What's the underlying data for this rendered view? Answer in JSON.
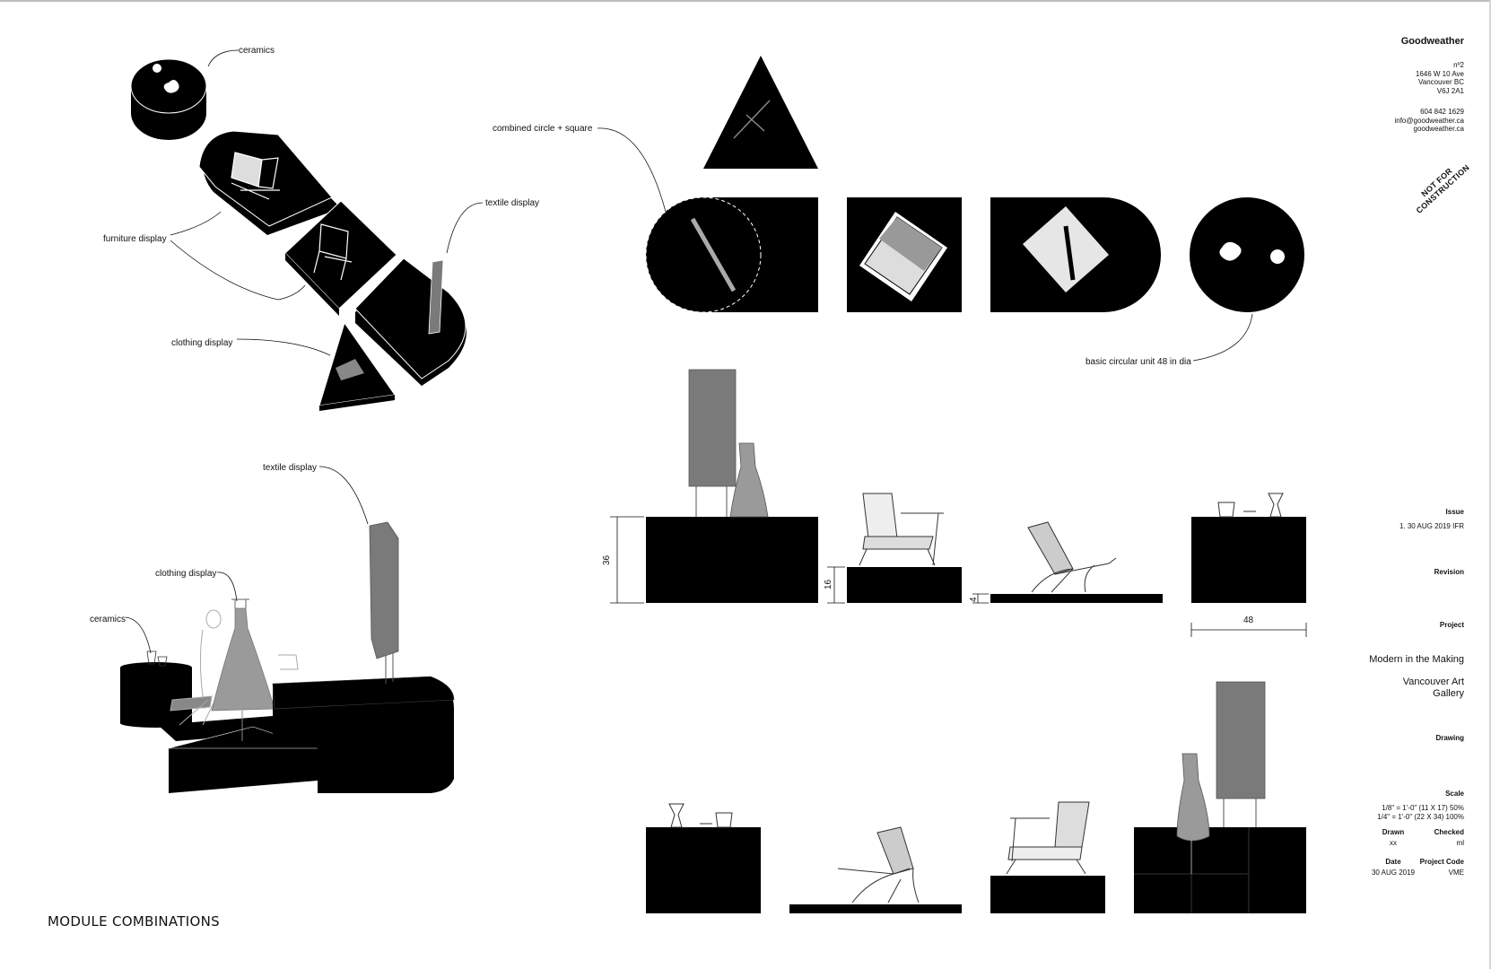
{
  "sheet_title": "MODULE COMBINATIONS",
  "labels": {
    "ceramics_top": "ceramics",
    "furniture_display": "furniture display",
    "textile_display_top": "textile display",
    "clothing_display_top": "clothing display",
    "combined": "combined circle + square",
    "basic_circular": "basic circular unit 48 in dia",
    "textile_display_bottom": "textile display",
    "clothing_display_bottom": "clothing display",
    "ceramics_bottom": "ceramics"
  },
  "dimensions": {
    "h36": "36",
    "h16": "16",
    "h4": "4",
    "w48": "48"
  },
  "title_block": {
    "firm": "Goodweather",
    "address": [
      "nº2",
      "1646  W 10 Ave",
      "Vancouver BC",
      "V6J 2A1"
    ],
    "contact": [
      "604 842 1629",
      "info@goodweather.ca",
      "goodweather.ca"
    ],
    "stamp_line1": "NOT FOR",
    "stamp_line2": "CONSTRUCTION",
    "issue_label": "Issue",
    "issue_value": "1. 30 AUG 2019 IFR",
    "revision_label": "Revision",
    "project_label": "Project",
    "project_name": "Modern in the Making",
    "project_venue_1": "Vancouver Art",
    "project_venue_2": "Gallery",
    "drawing_label": "Drawing",
    "scale_label": "Scale",
    "scale_1": "1/8\" = 1'-0\" (11 X 17) 50%",
    "scale_2": "1/4\" = 1'-0\" (22 X 34) 100%",
    "drawn_label": "Drawn",
    "drawn_value": "xx",
    "checked_label": "Checked",
    "checked_value": "ml",
    "date_label": "Date",
    "date_value": "30 AUG 2019",
    "project_code_label": "Project Code",
    "project_code_value": "VME"
  },
  "colors": {
    "module_fill": "#000000",
    "textile_gray": "#7a7a7a",
    "dress_gray": "#9a9a9a"
  }
}
